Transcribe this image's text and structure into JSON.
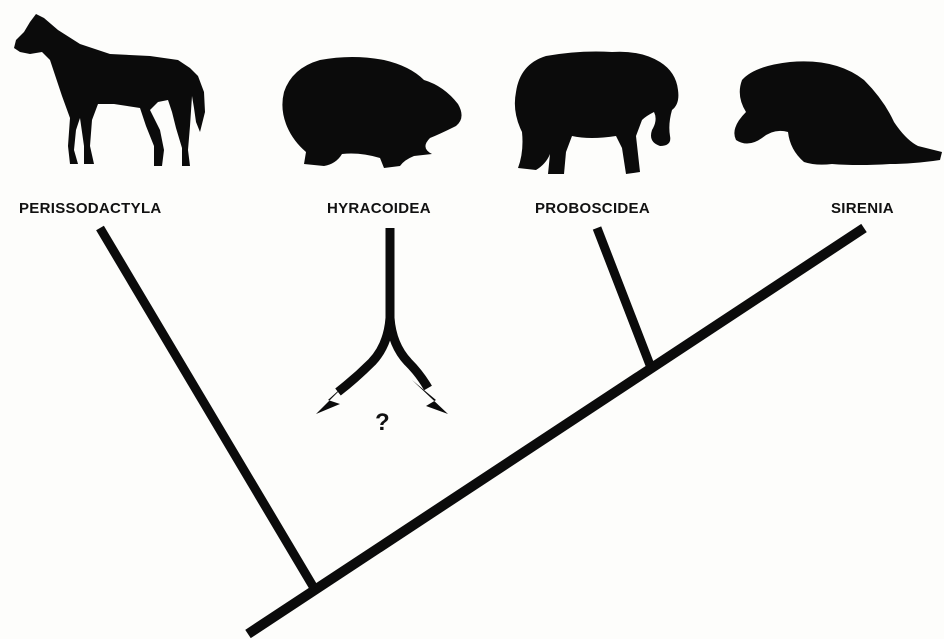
{
  "diagram": {
    "taxa": [
      {
        "id": "perissodactyla",
        "label": "PERISSODACTYLA",
        "animal": "horse-silhouette"
      },
      {
        "id": "hyracoidea",
        "label": "HYRACOIDEA",
        "animal": "hyrax-silhouette"
      },
      {
        "id": "proboscidea",
        "label": "PROBOSCIDEA",
        "animal": "elephant-silhouette"
      },
      {
        "id": "sirenia",
        "label": "SIRENIA",
        "animal": "manatee-silhouette"
      }
    ],
    "uncertainty_mark": "?",
    "colors": {
      "ink": "#0b0b0b",
      "background": "#fdfdfb"
    }
  }
}
